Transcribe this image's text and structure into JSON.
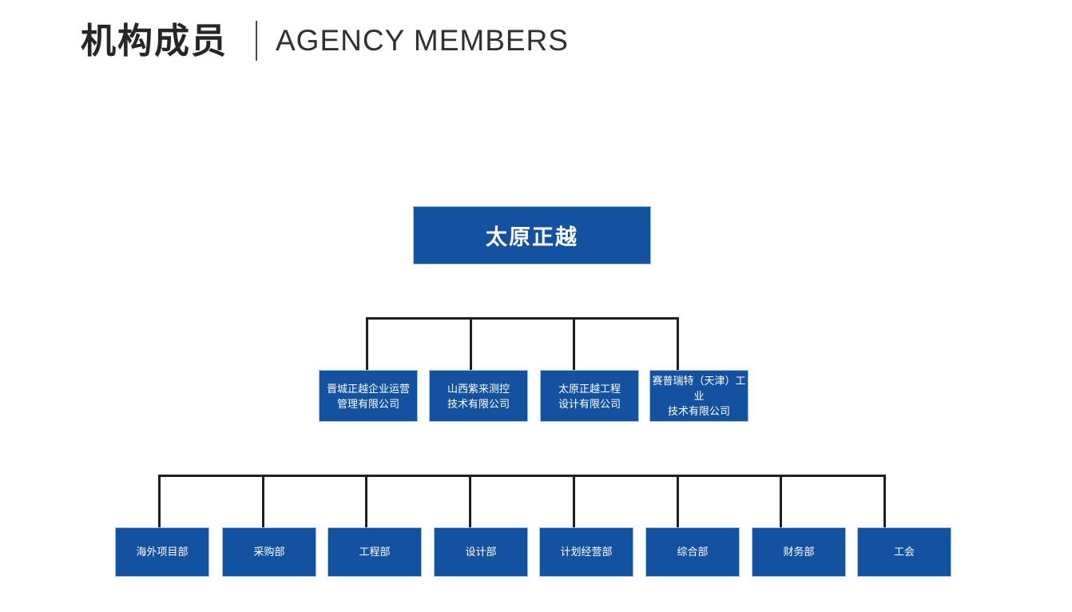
{
  "header": {
    "title_zh": "机构成员",
    "title_en": "AGENCY MEMBERS"
  },
  "org_chart": {
    "root": {
      "label": "太原正越"
    },
    "subsidiaries": [
      {
        "line1": "晋城正越企业运营",
        "line2": "管理有限公司"
      },
      {
        "line1": "山西紫来测控",
        "line2": "技术有限公司"
      },
      {
        "line1": "太原正越工程",
        "line2": "设计有限公司"
      },
      {
        "line1": "赛普瑞特（天津）工业",
        "line2": "技术有限公司"
      }
    ],
    "departments": [
      {
        "label": "海外项目部"
      },
      {
        "label": "采购部"
      },
      {
        "label": "工程部"
      },
      {
        "label": "设计部"
      },
      {
        "label": "计划经营部"
      },
      {
        "label": "综合部"
      },
      {
        "label": "财务部"
      },
      {
        "label": "工会"
      }
    ]
  },
  "theme": {
    "background": "#FFFFFF",
    "box_fill": "#14519E",
    "box_text": "#FFFFFF",
    "box_edge": "#9DC3E6",
    "connector_line": "#1F1F1F",
    "title_color": "#262626",
    "subtitle_color": "#303030",
    "divider_color": "#4A4A4A"
  }
}
